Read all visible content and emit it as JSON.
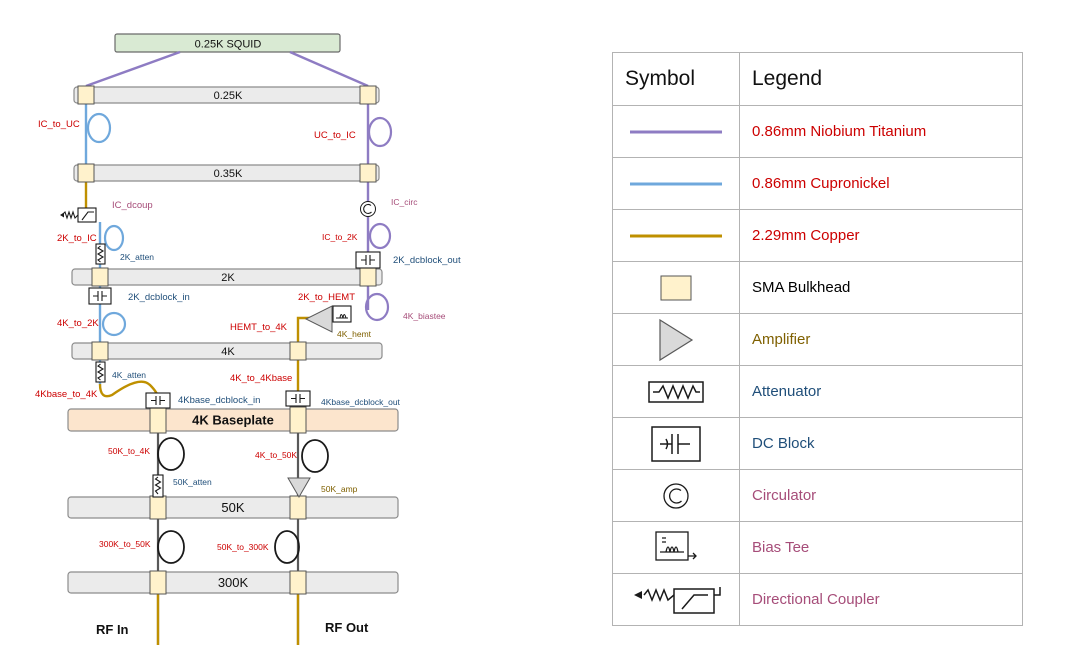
{
  "diagram": {
    "squid_label": "0.25K SQUID",
    "stages": {
      "s025": "0.25K",
      "s035": "0.35K",
      "s2k": "2K",
      "s4k": "4K",
      "baseplate": "4K Baseplate",
      "s50k": "50K",
      "s300k": "300K"
    },
    "ports": {
      "rf_in": "RF In",
      "rf_out": "RF Out"
    },
    "labels": {
      "ic_to_uc": "IC_to_UC",
      "uc_to_ic": "UC_to_IC",
      "ic_dcoup": "IC_dcoup",
      "ic_circ": "IC_circ",
      "k2_to_ic": "2K_to_IC",
      "ic_to_2k": "IC_to_2K",
      "k2_atten": "2K_atten",
      "k2_dcblock_out": "2K_dcblock_out",
      "k2_dcblock_in": "2K_dcblock_in",
      "k2_to_hemt": "2K_to_HEMT",
      "k4_to_2k": "4K_to_2K",
      "hemt_to_4k": "HEMT_to_4K",
      "k4_biastee": "4K_biastee",
      "k4_hemt": "4K_hemt",
      "k4_atten": "4K_atten",
      "k4_to_4kbase": "4K_to_4Kbase",
      "k4base_to_4k": "4Kbase_to_4K",
      "k4base_dcblock_in": "4Kbase_dcblock_in",
      "k4base_dcblock_out": "4Kbase_dcblock_out",
      "k50_to_4k": "50K_to_4K",
      "k4_to_50k": "4K_to_50K",
      "k50_atten": "50K_atten",
      "k50_amp": "50K_amp",
      "k300_to_50k": "300K_to_50K",
      "k50_to_300k": "50K_to_300K"
    }
  },
  "legend": {
    "header_symbol": "Symbol",
    "header_legend": "Legend",
    "rows": [
      {
        "icon": "niobium-titanium-line-icon",
        "label": "0.86mm Niobium Titanium",
        "color": "#cc0000"
      },
      {
        "icon": "cupronickel-line-icon",
        "label": "0.86mm Cupronickel",
        "color": "#cc0000"
      },
      {
        "icon": "copper-line-icon",
        "label": "2.29mm Copper",
        "color": "#cc0000"
      },
      {
        "icon": "sma-bulkhead-icon",
        "label": "SMA Bulkhead",
        "color": "#000000"
      },
      {
        "icon": "amplifier-icon",
        "label": "Amplifier",
        "color": "#7f6000"
      },
      {
        "icon": "attenuator-icon",
        "label": "Attenuator",
        "color": "#1f4e79"
      },
      {
        "icon": "dc-block-icon",
        "label": "DC Block",
        "color": "#1f4e79"
      },
      {
        "icon": "circulator-icon",
        "label": "Circulator",
        "color": "#a64d79"
      },
      {
        "icon": "bias-tee-icon",
        "label": "Bias Tee",
        "color": "#a64d79"
      },
      {
        "icon": "directional-coupler-icon",
        "label": "Directional Coupler",
        "color": "#a64d79"
      }
    ]
  },
  "colors": {
    "niobium_titanium": "#8e7cc3",
    "cupronickel": "#6fa8dc",
    "copper": "#bf9000",
    "bulkhead": "#fff2cc",
    "stage": "#ebebeb",
    "squid": "#d9ead3",
    "baseplate": "#fce5cd"
  }
}
